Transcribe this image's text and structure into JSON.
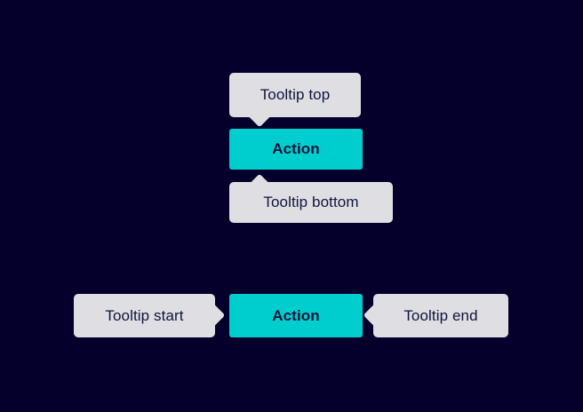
{
  "theme": {
    "background": "#05002b",
    "tooltip_background": "#dedee3",
    "tooltip_text": "#12143a",
    "action_background": "#00cdcd",
    "action_text": "#12143a"
  },
  "top_group": {
    "tooltip_top": {
      "label": "Tooltip top",
      "placement": "top"
    },
    "action": {
      "label": "Action"
    },
    "tooltip_bottom": {
      "label": "Tooltip bottom",
      "placement": "bottom"
    }
  },
  "bottom_group": {
    "tooltip_start": {
      "label": "Tooltip start",
      "placement": "start"
    },
    "action": {
      "label": "Action"
    },
    "tooltip_end": {
      "label": "Tooltip end",
      "placement": "end"
    }
  }
}
